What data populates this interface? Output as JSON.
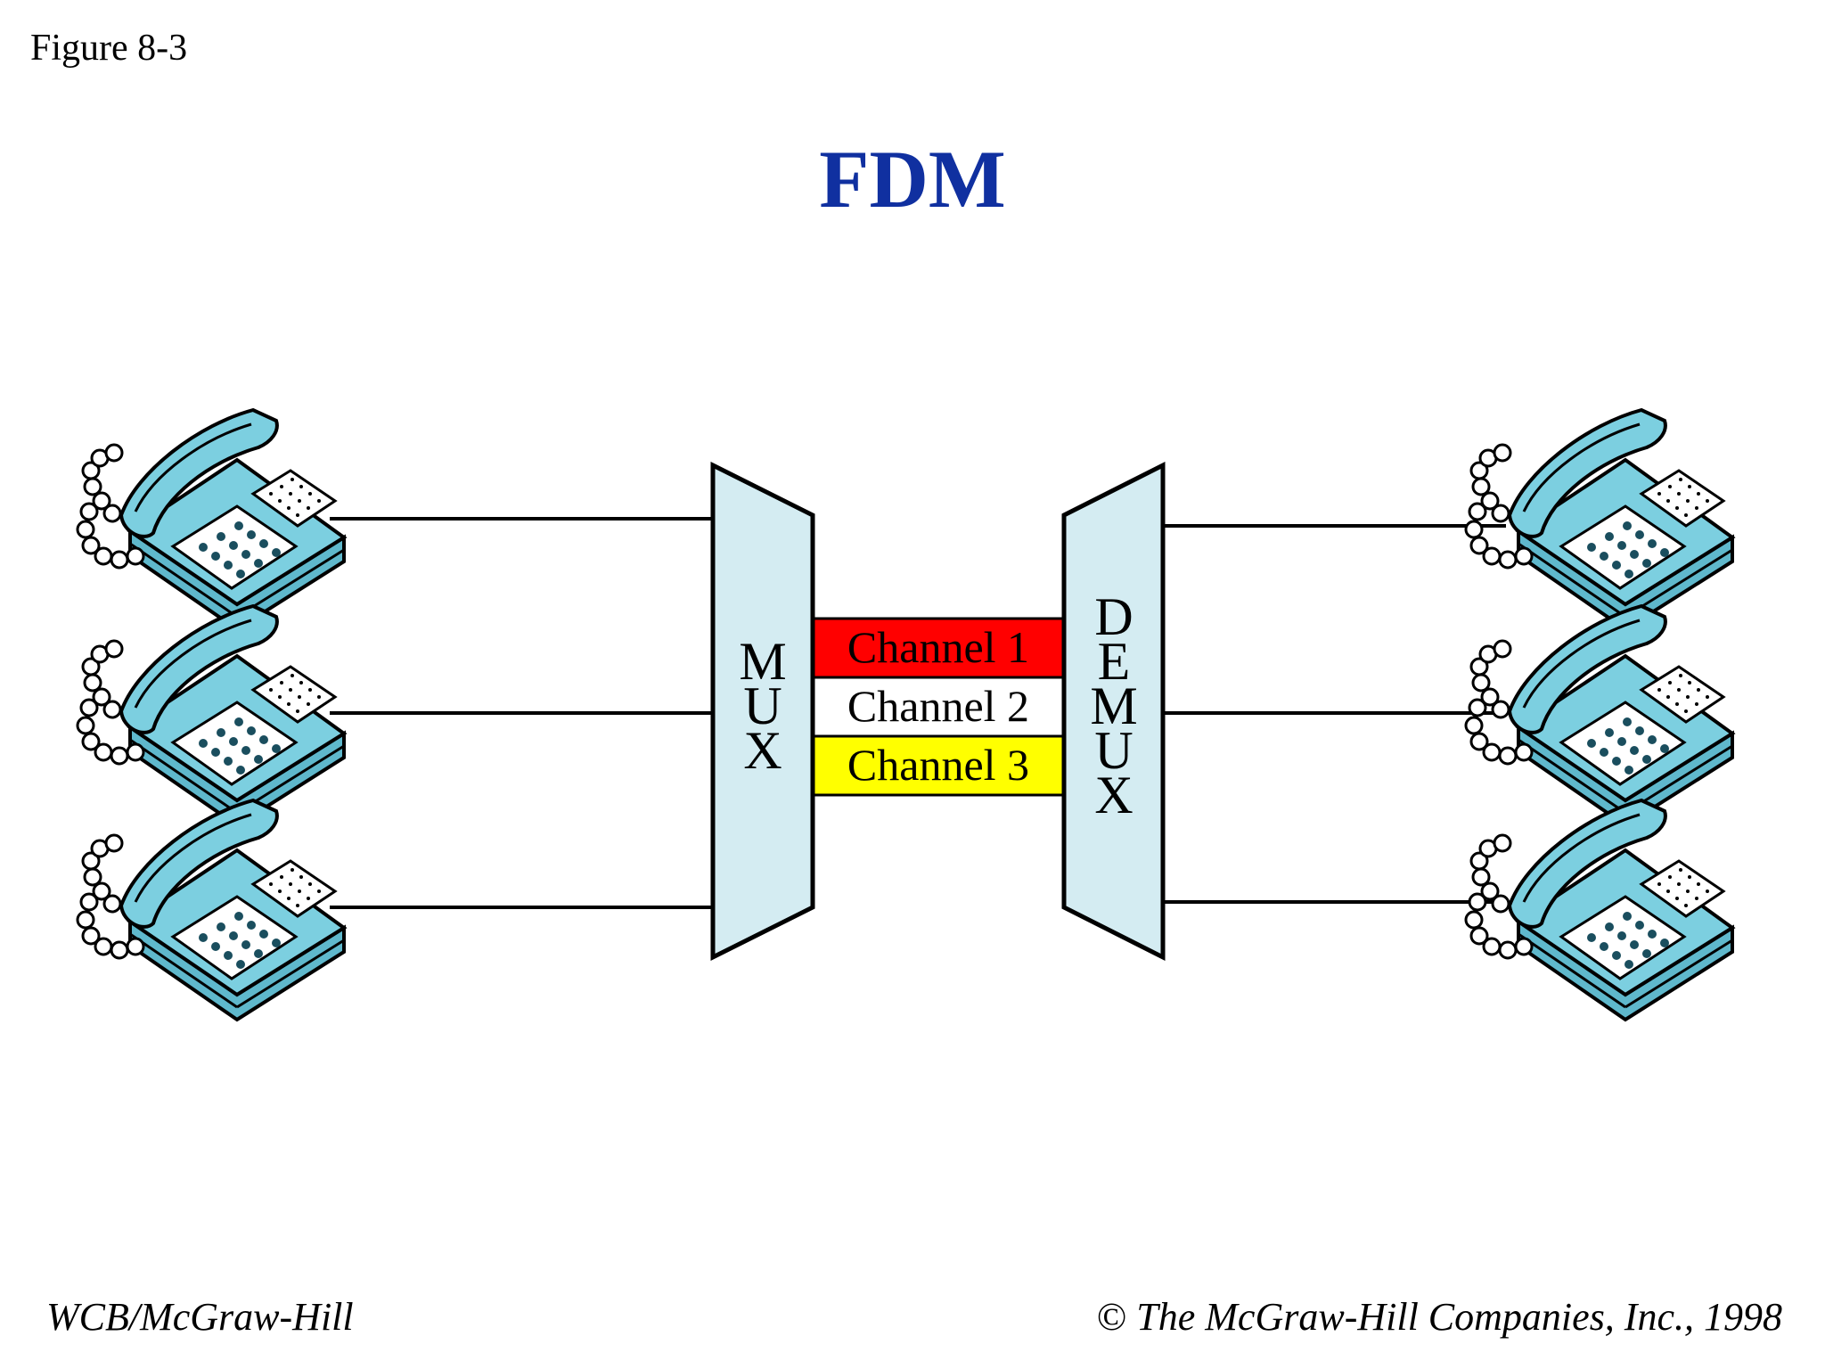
{
  "figure_label": "Figure 8-3",
  "title": "FDM",
  "mux": {
    "label": "MUX",
    "letters": [
      "M",
      "U",
      "X"
    ]
  },
  "demux": {
    "label": "DEMUX",
    "letters": [
      "D",
      "E",
      "M",
      "U",
      "X"
    ]
  },
  "channels": [
    {
      "label": "Channel 1",
      "color": "#ff0000",
      "text_color": "#000000"
    },
    {
      "label": "Channel 2",
      "color": "#ffffff",
      "text_color": "#000000"
    },
    {
      "label": "Channel 3",
      "color": "#ffff00",
      "text_color": "#000000"
    }
  ],
  "telephone_icon": "telephone-icon",
  "colors": {
    "title": "#1030a0",
    "device_fill": "#d4ecf2",
    "phone_body": "#7ccfe0"
  },
  "footer": {
    "publisher": "WCB/McGraw-Hill",
    "copyright_symbol": "©",
    "copyright": "The McGraw-Hill Companies, Inc., 1998"
  }
}
